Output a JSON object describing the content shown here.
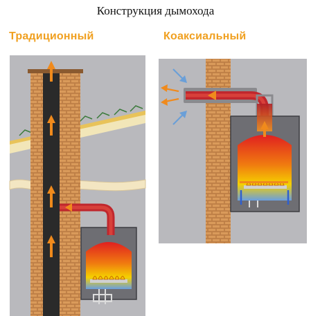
{
  "title": "Конструкция дымохода",
  "panels": {
    "left_label": "Традиционный",
    "right_label": "Коаксиальный"
  },
  "colors": {
    "label": "#f0a020",
    "wall_gray": "#b4b4b8",
    "brick": "#c98a4a",
    "flue": "#2a2a2a",
    "pipe_red": "#c0272d",
    "arrow_orange": "#f08a1c",
    "air_blue": "#6a9fd8",
    "flame": "#f5c400"
  },
  "icons": [
    "up-arrow-icon",
    "left-arrow-icon",
    "air-intake-arrow-icon",
    "burner-flame-icon"
  ]
}
